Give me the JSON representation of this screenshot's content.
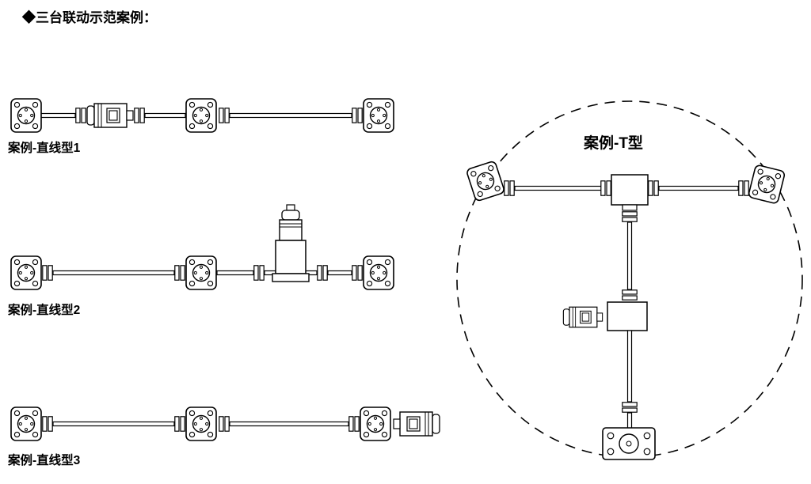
{
  "page": {
    "title": "◆三台联动示范案例：",
    "background_color": "#ffffff",
    "line_color": "#000000"
  },
  "cases": {
    "linear1": {
      "label": "案例-直线型1",
      "gearbox_count": 3,
      "motor_position": "inline-left-of-center"
    },
    "linear2": {
      "label": "案例-直线型2",
      "gearbox_count": 3,
      "motor_position": "top-mounted-center-right"
    },
    "linear3": {
      "label": "案例-直线型3",
      "gearbox_count": 3,
      "motor_position": "right-end"
    },
    "t_type": {
      "label": "案例-T型",
      "gearbox_count": 3,
      "motor_position": "on-vertical-shaft"
    }
  }
}
